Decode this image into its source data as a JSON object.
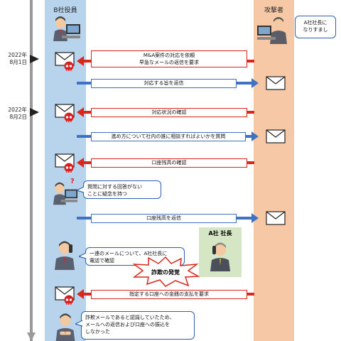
{
  "lanes": {
    "left_title": "B社役員",
    "right_title": "攻撃者"
  },
  "attacker_note": [
    "A社社長に",
    "なりすまし"
  ],
  "dates": [
    {
      "line1": "2022年",
      "line2": "8月1日"
    },
    {
      "line1": "2022年",
      "line2": "8月2日"
    }
  ],
  "messages": [
    {
      "lines": [
        "M&A案件の対応を依頼",
        "早急なメールの返信を要求"
      ],
      "direction": "to-left",
      "color": "red"
    },
    {
      "lines": [
        "対応する旨を返信"
      ],
      "direction": "to-right",
      "color": "blue"
    },
    {
      "lines": [
        "対応状況の確認"
      ],
      "direction": "to-left",
      "color": "red"
    },
    {
      "lines": [
        "進め方について社内の誰に相談すればよいかを質問"
      ],
      "direction": "to-right",
      "color": "blue"
    },
    {
      "lines": [
        "口座残高の確認"
      ],
      "direction": "to-left",
      "color": "red"
    },
    {
      "lines": [
        "口座残高を返信"
      ],
      "direction": "to-right",
      "color": "blue"
    },
    {
      "lines": [
        "指定する口座への金銭の支払を要求"
      ],
      "direction": "to-left",
      "color": "red"
    }
  ],
  "callouts": {
    "doubt": [
      "質問に対する回答がない",
      "ことに疑念を持つ"
    ],
    "confirm": [
      "一連のメールについて、A社社長に",
      "電話で確認"
    ],
    "final": [
      "詐欺メールであると認識していたため、",
      "メールへの返信および口座への振込を",
      "しなかった"
    ]
  },
  "question_mark": "?",
  "ceo_box_title": "A社 社長",
  "fraud_label": "詐欺の発覚",
  "colors": {
    "left_lane": "#b8d3ec",
    "right_lane": "#f7c8a6",
    "attack_arrow": "#d9271c",
    "reply_arrow": "#3f72c4",
    "ceo_box": "#d4e6c4"
  },
  "icons": [
    "envelope-icon",
    "skull-icon",
    "person-at-computer-icon",
    "person-on-phone-icon",
    "person-thinking-icon"
  ]
}
